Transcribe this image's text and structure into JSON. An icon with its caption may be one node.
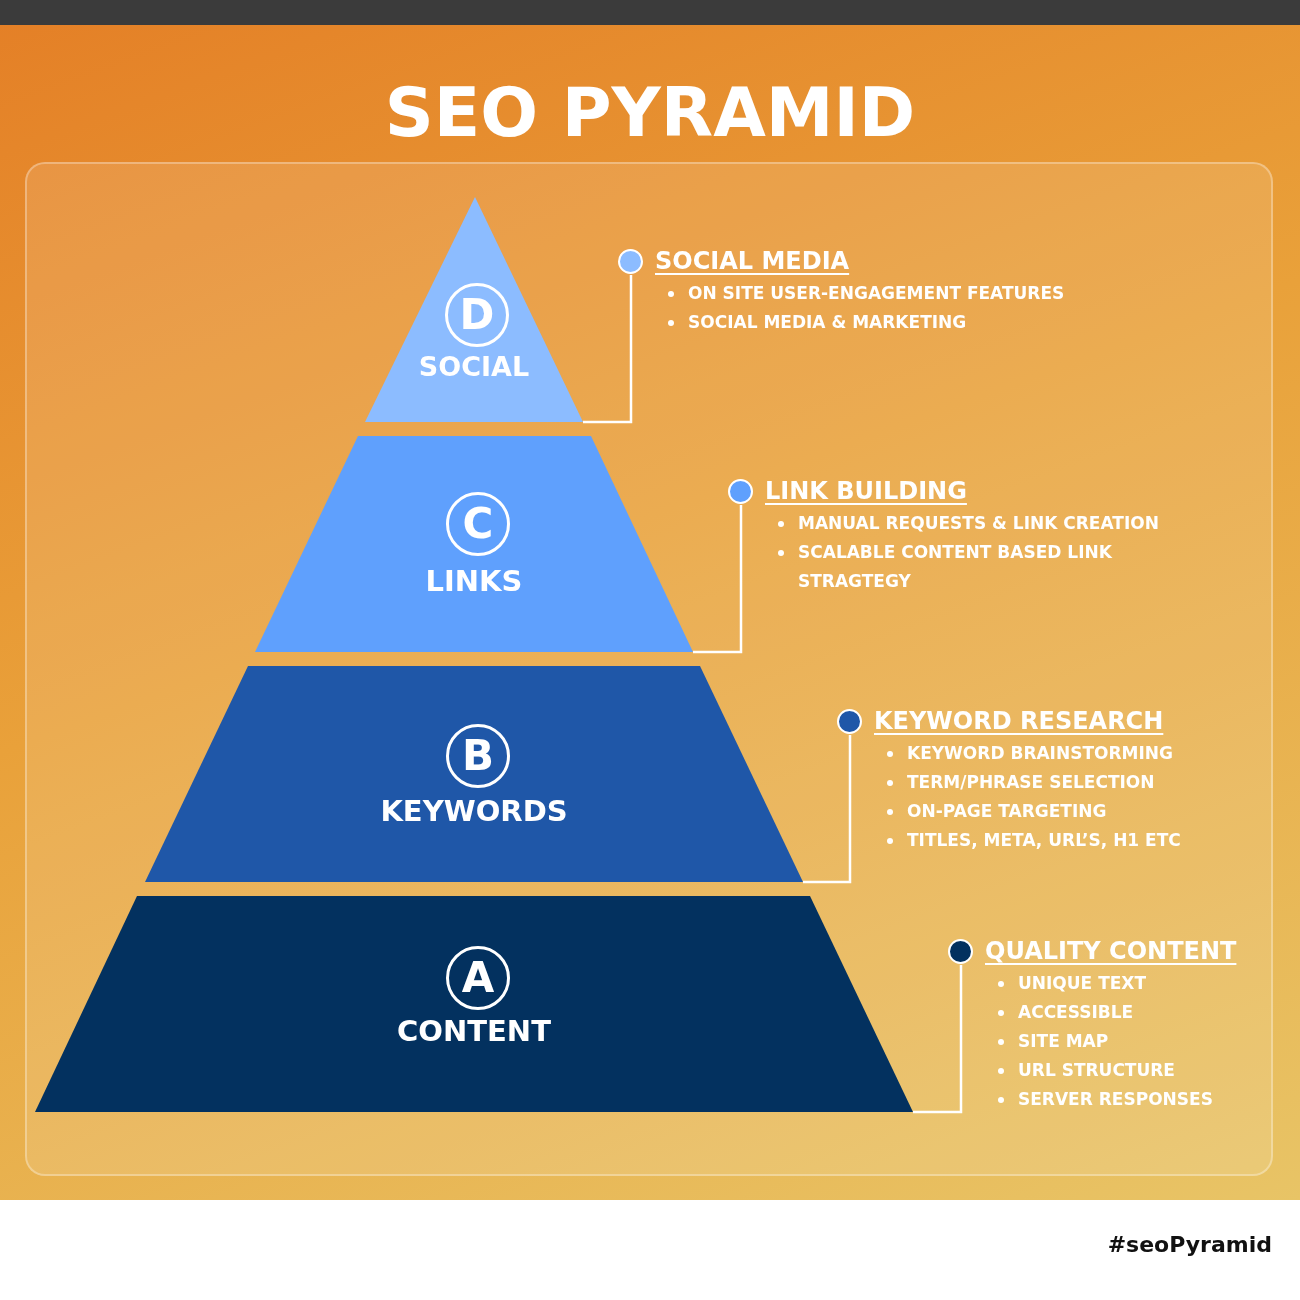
{
  "diagram": {
    "title": "SEO PYRAMID",
    "nodes": [
      {
        "text": [
          "D",
          "SOCIAL"
        ]
      },
      {
        "text": [
          "C",
          "LINKS"
        ]
      },
      {
        "text": [
          "B",
          "KEYWORDS"
        ]
      },
      {
        "text": [
          "A",
          "CONTENT"
        ]
      },
      {
        "text": [
          "SOCIAL MEDIA",
          "ON SITE USER-ENGAGEMENT FEATURES",
          "SOCIAL MEDIA & MARKETING"
        ]
      },
      {
        "text": [
          "LINK BUILDING",
          "MANUAL REQUESTS & LINK CREATION",
          "SCALABLE CONTENT BASED LINK STRAGTEGY"
        ]
      },
      {
        "text": [
          "KEYWORD RESEARCH",
          "KEYWORD BRAINSTORMING",
          "TERM/PHRASE SELECTION",
          "ON-PAGE TARGETING",
          "TITLES, META, URL’S, H1 ETC"
        ]
      },
      {
        "text": [
          "QUALITY CONTENT",
          "UNIQUE TEXT",
          "ACCESSIBLE",
          "SITE MAP",
          "URL STRUCTURE",
          "SERVER RESPONSES"
        ]
      }
    ],
    "edges": [
      {
        "from": 0,
        "to": 4,
        "arrow": "none"
      },
      {
        "from": 1,
        "to": 5,
        "arrow": "none"
      },
      {
        "from": 2,
        "to": 6,
        "arrow": "none"
      },
      {
        "from": 3,
        "to": 7,
        "arrow": "none"
      }
    ],
    "labels": [
      "#seoPyramid"
    ]
  }
}
